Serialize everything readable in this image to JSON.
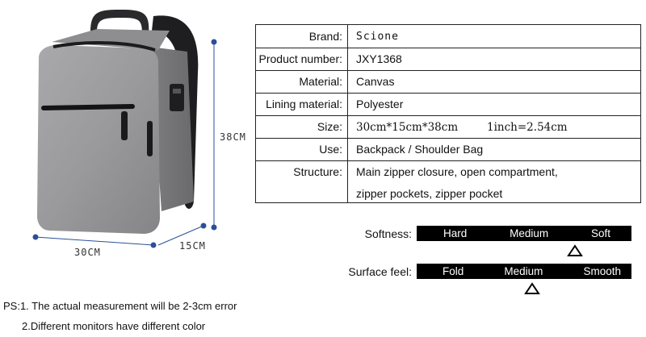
{
  "dimensions": {
    "height": "38CM",
    "width": "30CM",
    "depth": "15CM"
  },
  "specs": [
    {
      "label": "Brand:",
      "value": "Scione"
    },
    {
      "label": "Product number:",
      "value": "JXY1368"
    },
    {
      "label": "Material:",
      "value": "Canvas"
    },
    {
      "label": "Lining material:",
      "value": "Polyester"
    },
    {
      "label": "Size:",
      "value": "30cm*15cm*38cm",
      "note": "1inch=2.54cm"
    },
    {
      "label": "Use:",
      "value": "Backpack / Shoulder Bag"
    },
    {
      "label": "Structure:",
      "value_lines": [
        "Main zipper closure, open compartment,",
        "zipper pockets, zipper pocket"
      ]
    }
  ],
  "softness": {
    "label": "Softness:",
    "options": [
      "Hard",
      "Medium",
      "Soft"
    ],
    "selected": "Soft"
  },
  "surface_feel": {
    "label": "Surface feel:",
    "options": [
      "Fold",
      "Medium",
      "Smooth"
    ],
    "selected": "Medium"
  },
  "notes": [
    "PS:1. The actual measurement will be 2-3cm error",
    "2.Different monitors have different color"
  ],
  "colors": {
    "bag_body": "#9a9a9c",
    "bag_dark": "#2a2a2c",
    "bar": "#000000",
    "dimension_line": "#2c4f9a"
  }
}
